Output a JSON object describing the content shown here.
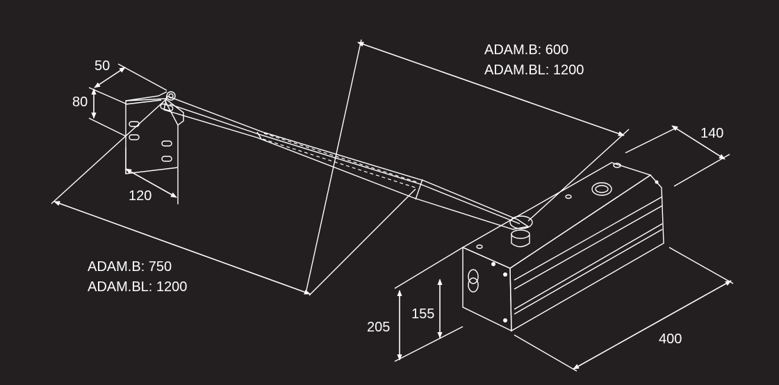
{
  "colors": {
    "background": "#231f20",
    "lines": "#ffffff",
    "fill": "#231f20"
  },
  "dimensions": {
    "bracket_width": "50",
    "bracket_height": "80",
    "bracket_spacing": "120",
    "arm_upper_b": "ADAM.B: 600",
    "arm_upper_bl": "ADAM.BL: 1200",
    "arm_lower_b": "ADAM.B: 750",
    "arm_lower_bl": "ADAM.BL: 1200",
    "box_depth": "140",
    "box_length": "400",
    "box_height_outer": "205",
    "box_height_inner": "155"
  }
}
